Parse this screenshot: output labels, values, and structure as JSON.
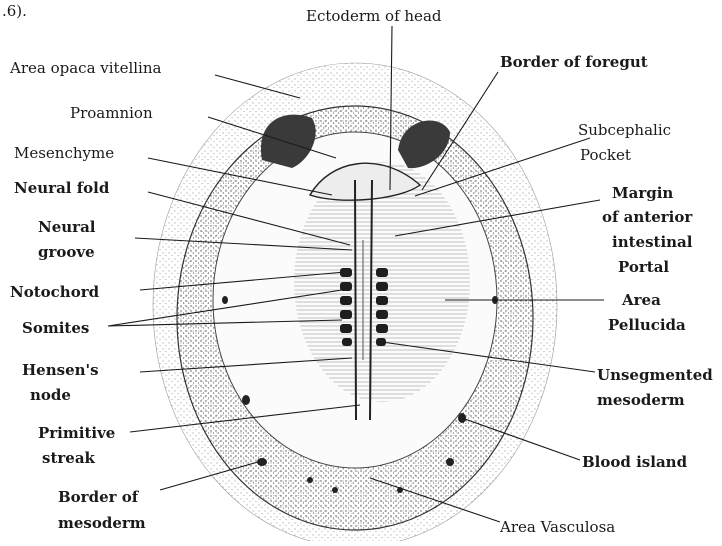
{
  "figure": {
    "corner_text": ".6).",
    "labels": {
      "ectoderm_of_head": "Ectoderm of head",
      "border_of_foregut": "Border of foregut",
      "area_opaca_vitellina": "Area opaca vitellina",
      "proamnion": "Proamnion",
      "subcephalic_1": "Subcephalic",
      "subcephalic_2": "Pocket",
      "mesenchyme": "Mesenchyme",
      "neural_fold": "Neural fold",
      "margin_1": "Margin",
      "margin_2": "of anterior",
      "margin_3": "intestinal",
      "margin_4": "Portal",
      "neural_groove_1": "Neural",
      "neural_groove_2": "groove",
      "notochord": "Notochord",
      "area_pellucida_1": "Area",
      "area_pellucida_2": "Pellucida",
      "somites": "Somites",
      "hensens_node_1": "Hensen's",
      "hensens_node_2": "node",
      "unsegmented_1": "Unsegmented",
      "unsegmented_2": "mesoderm",
      "primitive_streak_1": "Primitive",
      "primitive_streak_2": "streak",
      "blood_island": "Blood island",
      "border_mesoderm_1": "Border of",
      "border_mesoderm_2": "mesoderm",
      "area_vasculosa": "Area Vasculosa"
    }
  }
}
